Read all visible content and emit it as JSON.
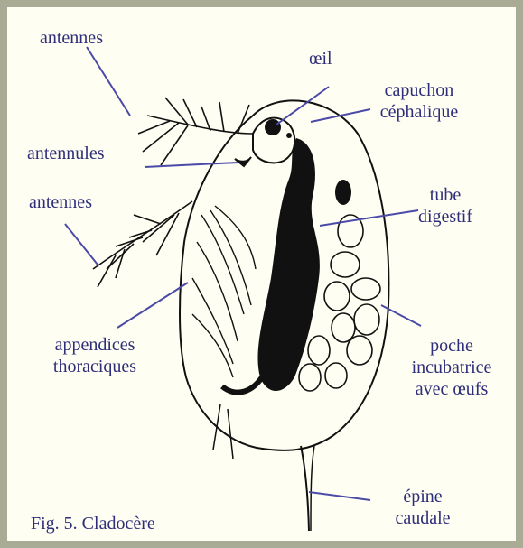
{
  "colors": {
    "frame": "#a9ab94",
    "background": "#fffef2",
    "label_text": "#2e2e7a",
    "leader_line": "#4a4aa8",
    "drawing": "#111111"
  },
  "labels": {
    "antennes_top": "antennes",
    "oeil": "œil",
    "capuchon_line1": "capuchon",
    "capuchon_line2": "céphalique",
    "antennules": "antennules",
    "antennes_mid": "antennes",
    "tube_line1": "tube",
    "tube_line2": "digestif",
    "appendices_line1": "appendices",
    "appendices_line2": "thoraciques",
    "poche_line1": "poche",
    "poche_line2": "incubatrice",
    "poche_line3": "avec œufs",
    "epine_line1": "épine",
    "epine_line2": "caudale"
  },
  "caption": "Fig. 5. Cladocère"
}
